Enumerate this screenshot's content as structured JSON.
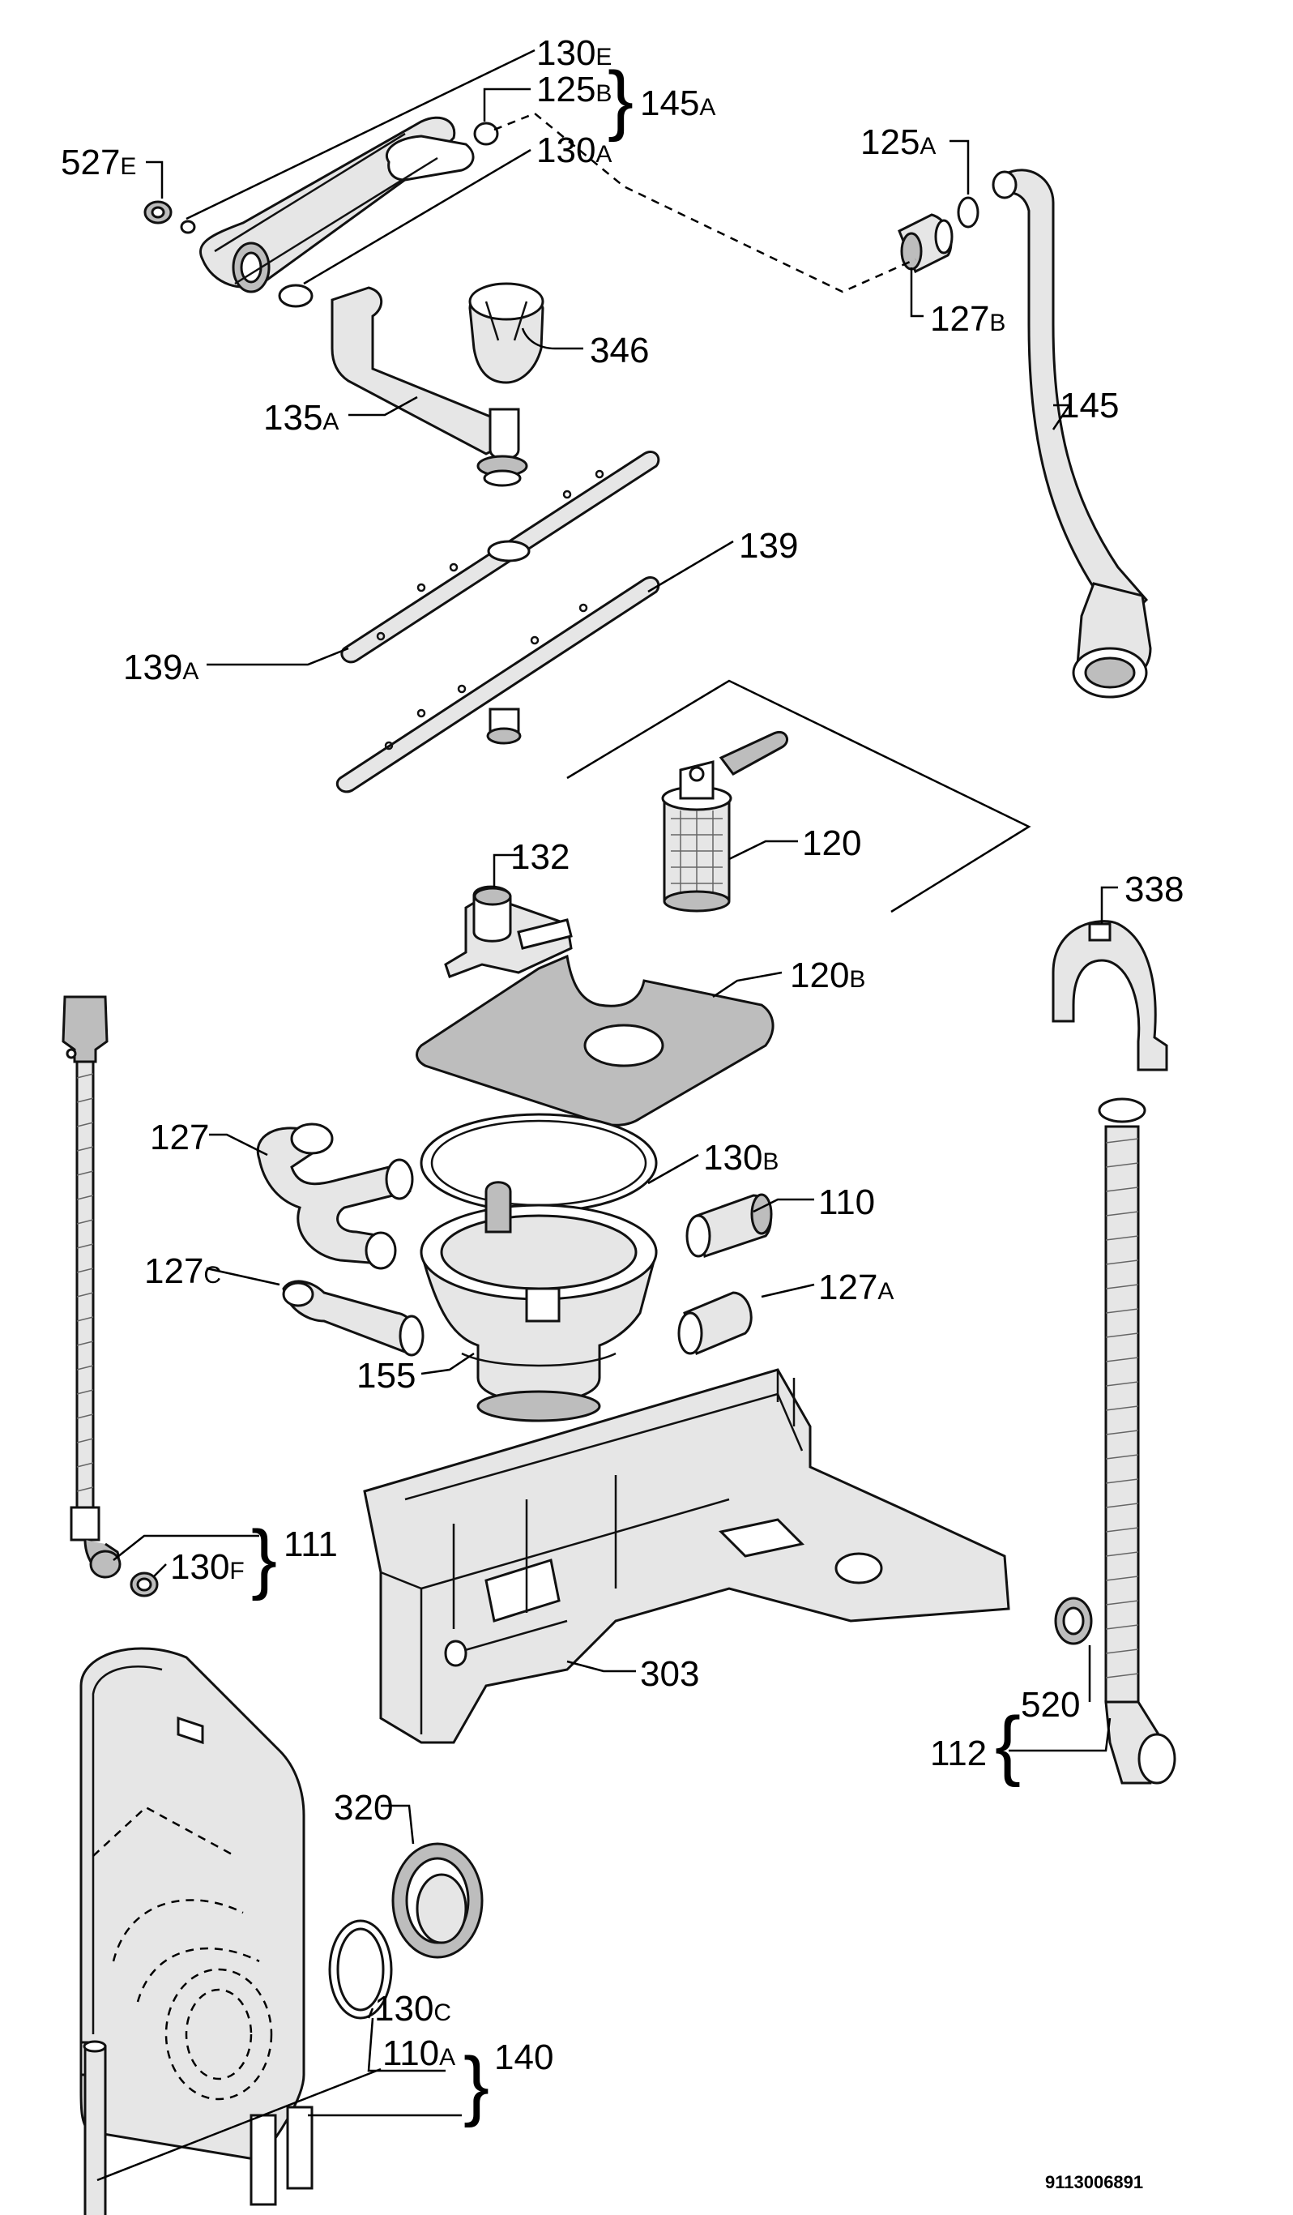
{
  "labels": {
    "l130e": {
      "num": "130",
      "suf": "E"
    },
    "l125b": {
      "num": "125",
      "suf": "B"
    },
    "l145a": {
      "num": "145",
      "suf": "A"
    },
    "l130a": {
      "num": "130",
      "suf": "A"
    },
    "l527e": {
      "num": "527",
      "suf": "E"
    },
    "l125a": {
      "num": "125",
      "suf": "A"
    },
    "l127b": {
      "num": "127",
      "suf": "B"
    },
    "l346": {
      "num": "346"
    },
    "l135a": {
      "num": "135",
      "suf": "A"
    },
    "l145": {
      "num": "145"
    },
    "l139": {
      "num": "139"
    },
    "l139a": {
      "num": "139",
      "suf": "A"
    },
    "l120": {
      "num": "120"
    },
    "l132": {
      "num": "132"
    },
    "l338": {
      "num": "338"
    },
    "l120b": {
      "num": "120",
      "suf": "B"
    },
    "l127": {
      "num": "127"
    },
    "l130b": {
      "num": "130",
      "suf": "B"
    },
    "l110": {
      "num": "110"
    },
    "l127c": {
      "num": "127",
      "suf": "C"
    },
    "l127a": {
      "num": "127",
      "suf": "A"
    },
    "l155": {
      "num": "155"
    },
    "l111": {
      "num": "111"
    },
    "l130f": {
      "num": "130",
      "suf": "F"
    },
    "l303": {
      "num": "303"
    },
    "l520": {
      "num": "520"
    },
    "l112": {
      "num": "112"
    },
    "l320": {
      "num": "320"
    },
    "l130c": {
      "num": "130",
      "suf": "C"
    },
    "l140": {
      "num": "140"
    },
    "l110a": {
      "num": "110",
      "suf": "A"
    }
  },
  "document_number": "9113006891"
}
